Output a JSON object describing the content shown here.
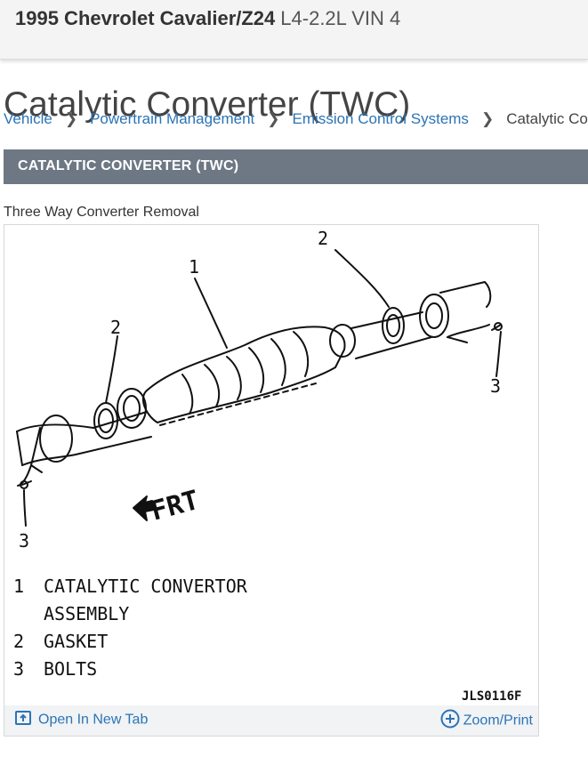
{
  "header": {
    "vehicle": "1995 Chevrolet Cavalier/Z24",
    "engine": "L4-2.2L VIN 4"
  },
  "page_title": "Catalytic Converter (TWC)",
  "breadcrumb": [
    {
      "label": "Vehicle"
    },
    {
      "label": "Powertrain Management"
    },
    {
      "label": "Emission Control Systems"
    },
    {
      "label": "Catalytic Converter"
    }
  ],
  "section_header": "CATALYTIC CONVERTER (TWC)",
  "figure": {
    "caption": "Three Way Converter Removal",
    "callouts": {
      "c1": "1",
      "c2a": "2",
      "c2b": "2",
      "c3a": "3",
      "c3b": "3"
    },
    "front_label": "FRT",
    "legend": [
      {
        "num": "1",
        "text": "CATALYTIC CONVERTOR"
      },
      {
        "num": "",
        "text": "ASSEMBLY"
      },
      {
        "num": "2",
        "text": "GASKET"
      },
      {
        "num": "3",
        "text": "BOLTS"
      }
    ],
    "code": "JLS0116F",
    "open_tab_label": "Open In New Tab",
    "zoom_print_label": "Zoom/Print"
  },
  "colors": {
    "link": "#2b74b6",
    "section_bg": "#6d7884",
    "footer_bg": "#f1f3f5"
  }
}
